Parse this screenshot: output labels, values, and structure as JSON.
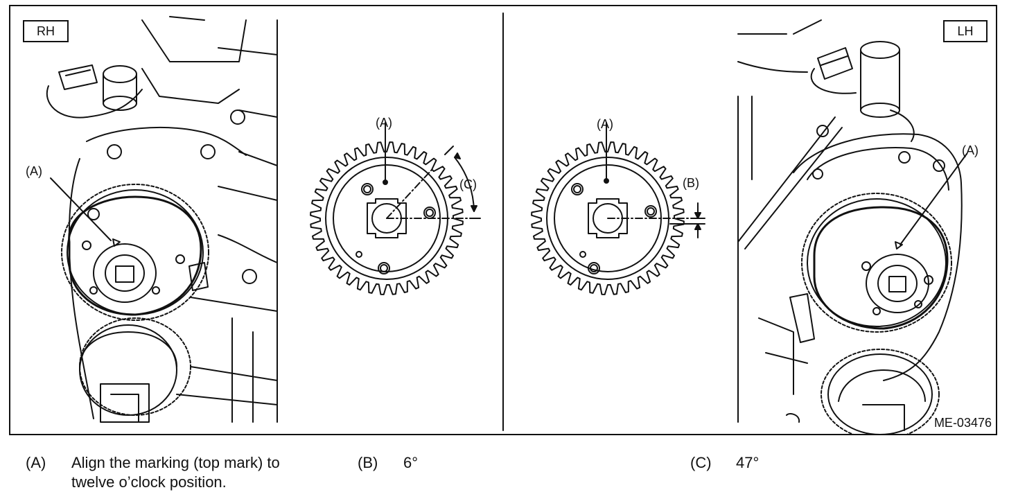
{
  "figure": {
    "left_tag": "RH",
    "right_tag": "LH",
    "code": "ME-03476",
    "callouts": {
      "a": "(A)",
      "b": "(B)",
      "c": "(C)"
    }
  },
  "legend": {
    "a": {
      "key": "(A)",
      "text_line1": "Align the marking (top mark) to",
      "text_line2": "twelve o’clock position."
    },
    "b": {
      "key": "(B)",
      "text": "6°"
    },
    "c": {
      "key": "(C)",
      "text": "47°"
    }
  }
}
